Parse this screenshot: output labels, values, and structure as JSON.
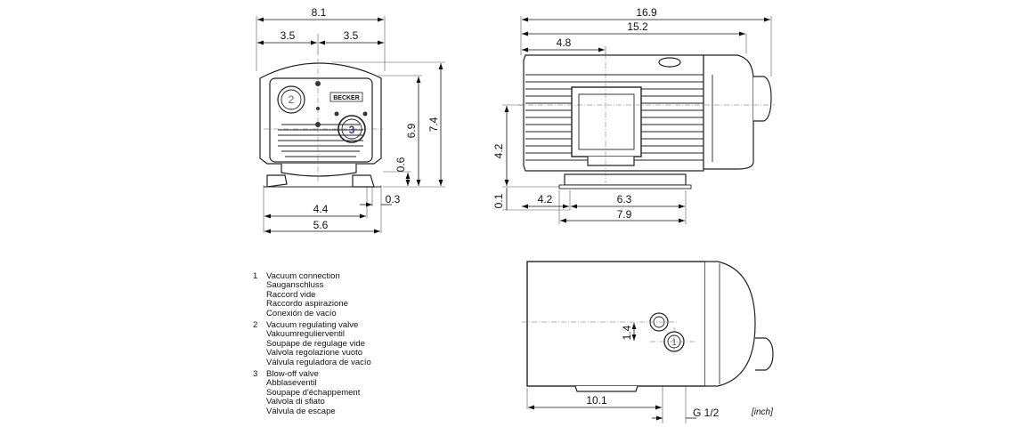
{
  "dimensions": {
    "front_overall_width": "8.1",
    "front_left_half": "3.5",
    "front_right_half": "3.5",
    "front_height_body": "6.9",
    "front_height_total": "7.4",
    "front_foot_height": "0.6",
    "front_foot_offset": "0.3",
    "front_foot_spacing": "4.4",
    "front_base_width": "5.6",
    "side_overall_length": "16.9",
    "side_body_length": "15.2",
    "side_port_position": "4.8",
    "side_center_height": "4.2",
    "side_base_offset": "0.1",
    "side_foot_offset": "4.2",
    "side_foot_spacing": "6.3",
    "side_base_length": "7.9",
    "top_port_spacing": "1.4",
    "top_port_distance": "10.1",
    "top_thread": "G 1/2"
  },
  "markers": {
    "m1": "1",
    "m2": "2",
    "m3": "3"
  },
  "brand": "BECKER",
  "unit_label": "[inch]",
  "legend": [
    {
      "number": "1",
      "lines": [
        "Vacuum connection",
        "Sauganschluss",
        "Raccord vide",
        "Raccordo aspirazione",
        "Conexión de vacío"
      ]
    },
    {
      "number": "2",
      "lines": [
        "Vacuum regulating valve",
        "Vakuumregulierventil",
        "Soupape de regulage vide",
        "Valvola regolazione vuoto",
        "Válvula reguladora de vacío"
      ]
    },
    {
      "number": "3",
      "lines": [
        "Blow-off valve",
        "Abblaseventil",
        "Soupape d'échappement",
        "Valvola di sfiato",
        "Válvula de escape"
      ]
    }
  ]
}
